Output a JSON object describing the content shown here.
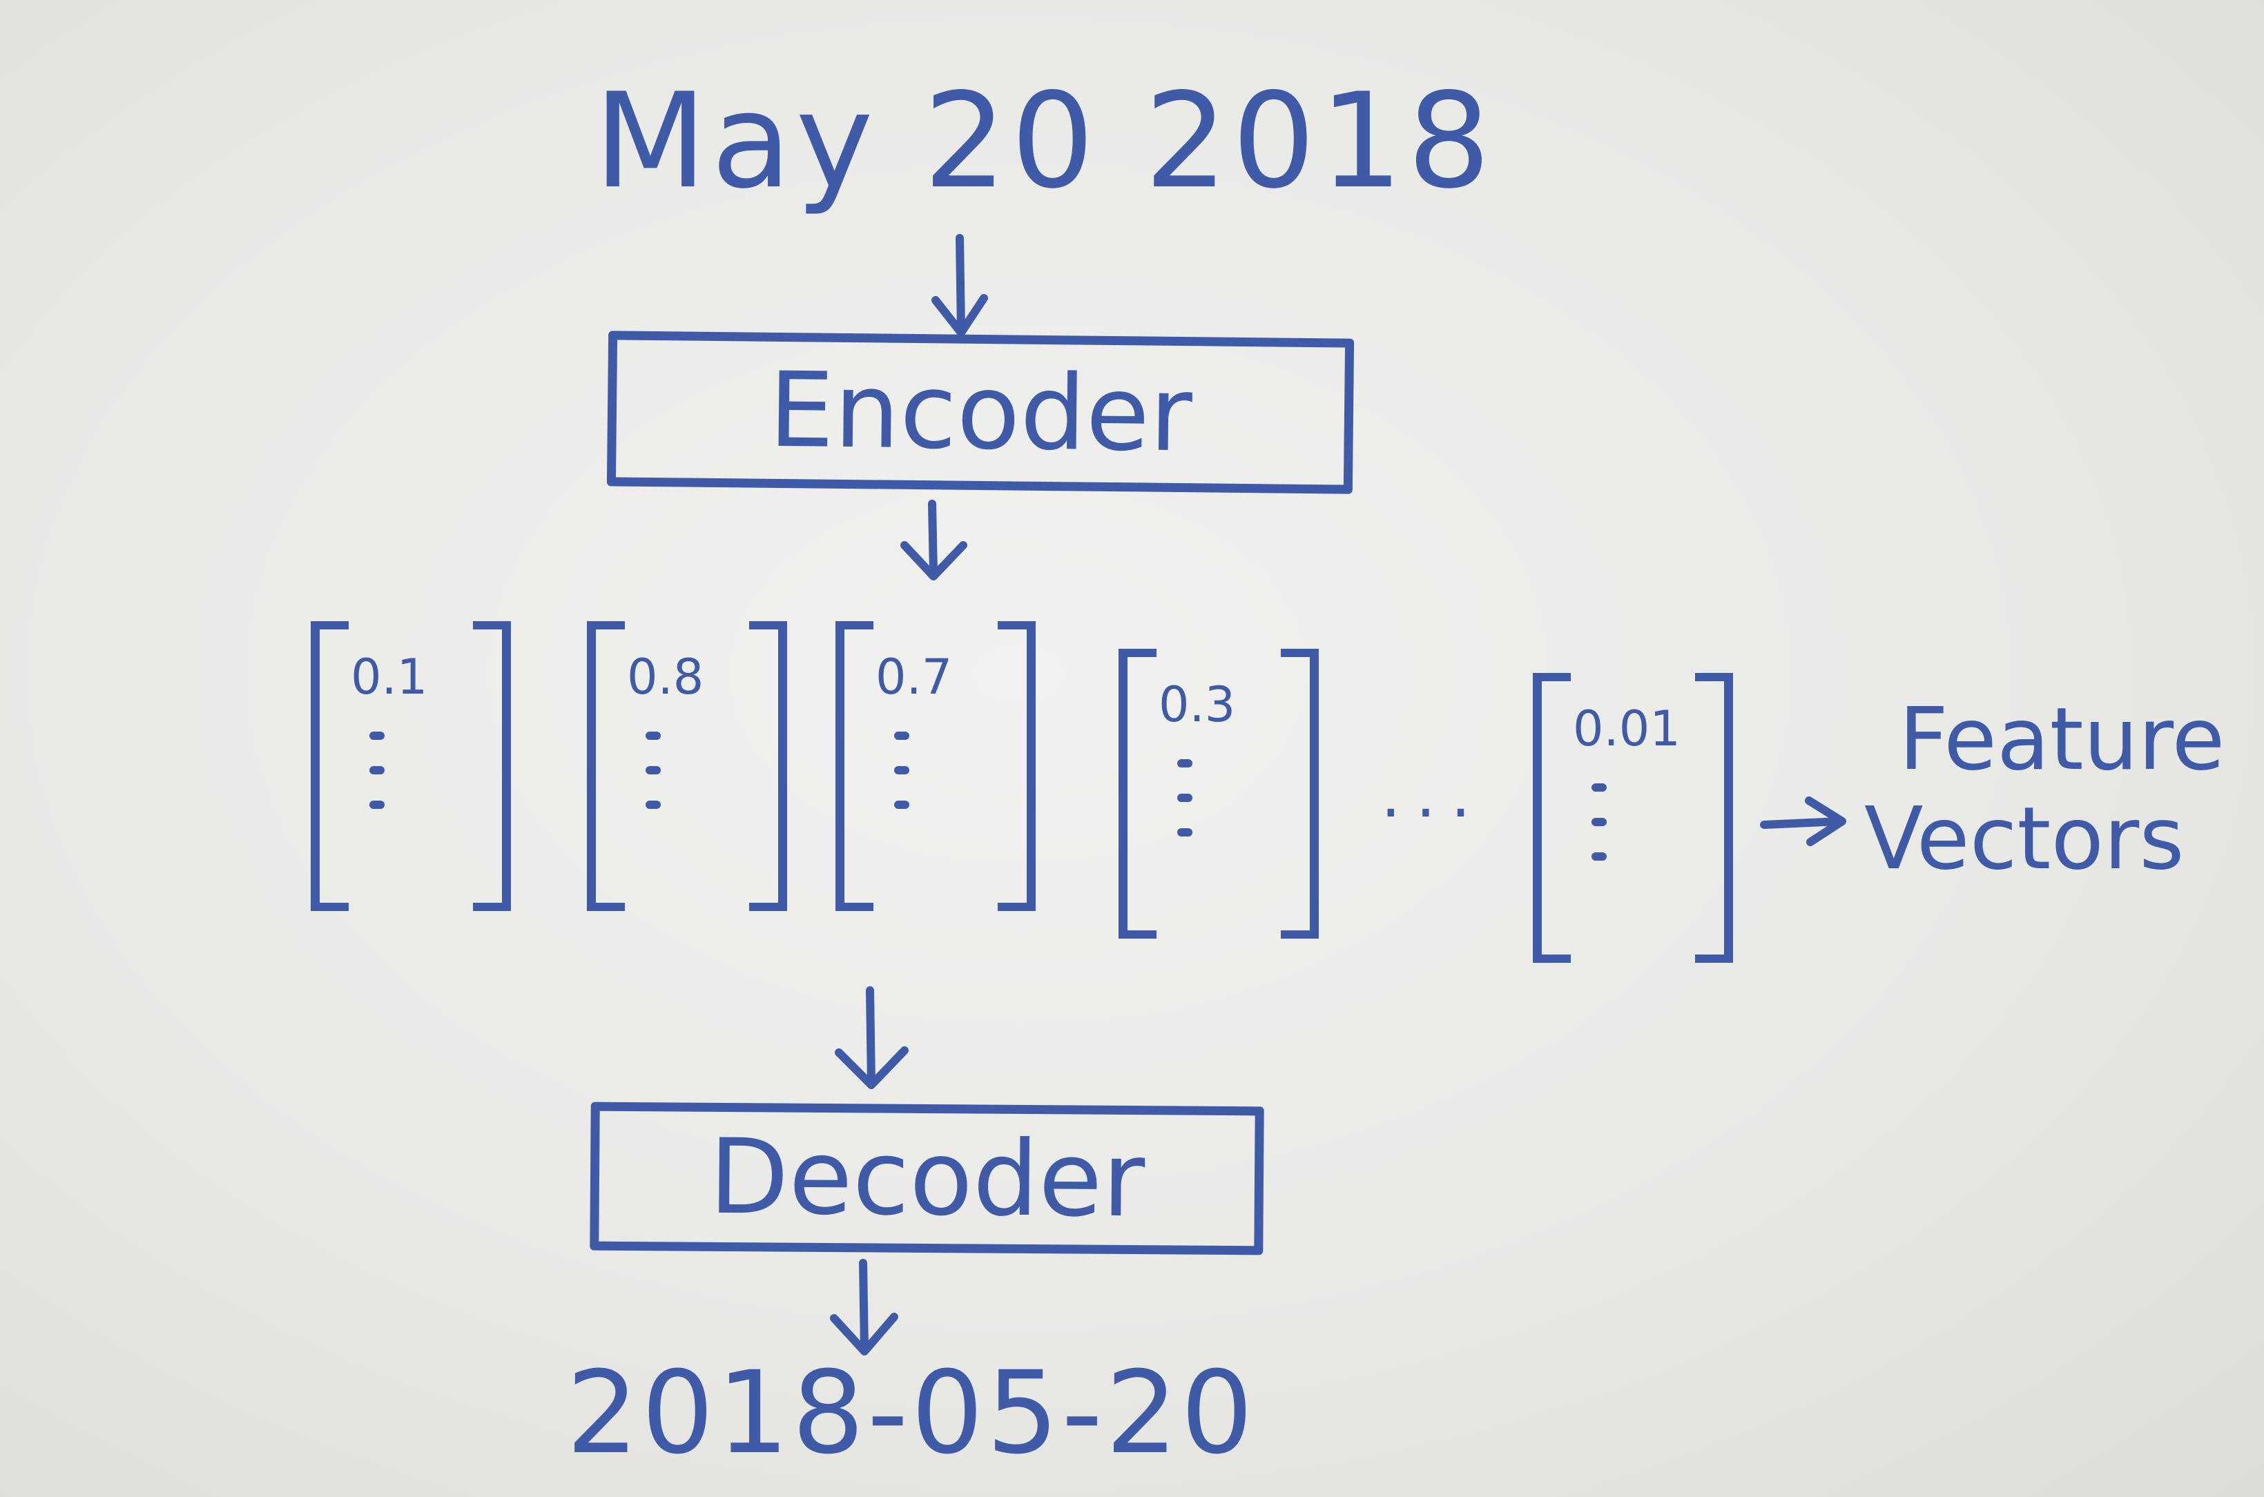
{
  "input_text": "May 20 2018",
  "encoder_label": "Encoder",
  "decoder_label": "Decoder",
  "output_text": "2018-05-20",
  "vectors": [
    {
      "first_value": "0.1"
    },
    {
      "first_value": "0.8"
    },
    {
      "first_value": "0.7"
    },
    {
      "first_value": "0.3"
    },
    {
      "first_value": "0.01"
    }
  ],
  "ellipsis": "...",
  "feature_label": {
    "line1": "Feature",
    "line2": "Vectors"
  },
  "colors": {
    "ink": "#3f5aa6",
    "paper": "#ecebe8"
  }
}
